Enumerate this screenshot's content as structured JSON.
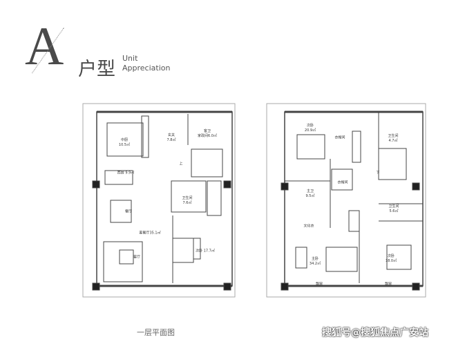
{
  "header": {
    "letter": "A",
    "title_cn": "户型",
    "title_en_line1": "Unit",
    "title_en_line2": "Appreciation"
  },
  "floor1": {
    "rooms": [
      {
        "id": "kitchen",
        "name": "中厨",
        "area": "10.5㎡"
      },
      {
        "id": "foyer",
        "name": "玄关",
        "area": "7.8㎡"
      },
      {
        "id": "guest-bath",
        "name": "客卫",
        "name2": "家政间",
        "area": "6.0㎡"
      },
      {
        "id": "west-kitchen",
        "name": "西厨",
        "area": "9.9㎡"
      },
      {
        "id": "stairs",
        "name": "上"
      },
      {
        "id": "bathroom",
        "name": "卫生间",
        "area": "7.6㎡"
      },
      {
        "id": "dining",
        "name": "餐厅"
      },
      {
        "id": "living-dining",
        "name": "客餐厅",
        "area": "35.1㎡"
      },
      {
        "id": "living",
        "name": "客厅"
      },
      {
        "id": "bedroom",
        "name": "次卧",
        "area": "17.7㎡"
      }
    ]
  },
  "floor2": {
    "rooms": [
      {
        "id": "bedroom2",
        "name": "次卧",
        "area": "20.9㎡"
      },
      {
        "id": "closet",
        "name": "衣帽间"
      },
      {
        "id": "bath-a",
        "name": "卫生间",
        "area": "4.7㎡"
      },
      {
        "id": "master-bath",
        "name": "主卫",
        "area": "9.5㎡"
      },
      {
        "id": "closet2",
        "name": "衣帽间"
      },
      {
        "id": "dresser",
        "name": "文化衣"
      },
      {
        "id": "stairs-down",
        "name": "下"
      },
      {
        "id": "bath-b",
        "name": "卫生间",
        "area": "5.6㎡"
      },
      {
        "id": "master",
        "name": "主卧",
        "area": "34.2㎡"
      },
      {
        "id": "bedroom3",
        "name": "次卧",
        "area": "18.0㎡"
      },
      {
        "id": "bay1",
        "name": "飘窗"
      },
      {
        "id": "bay2",
        "name": "飘窗"
      }
    ]
  },
  "caption": "一层平面图",
  "watermark": "搜狐号@搜狐焦点广安站"
}
